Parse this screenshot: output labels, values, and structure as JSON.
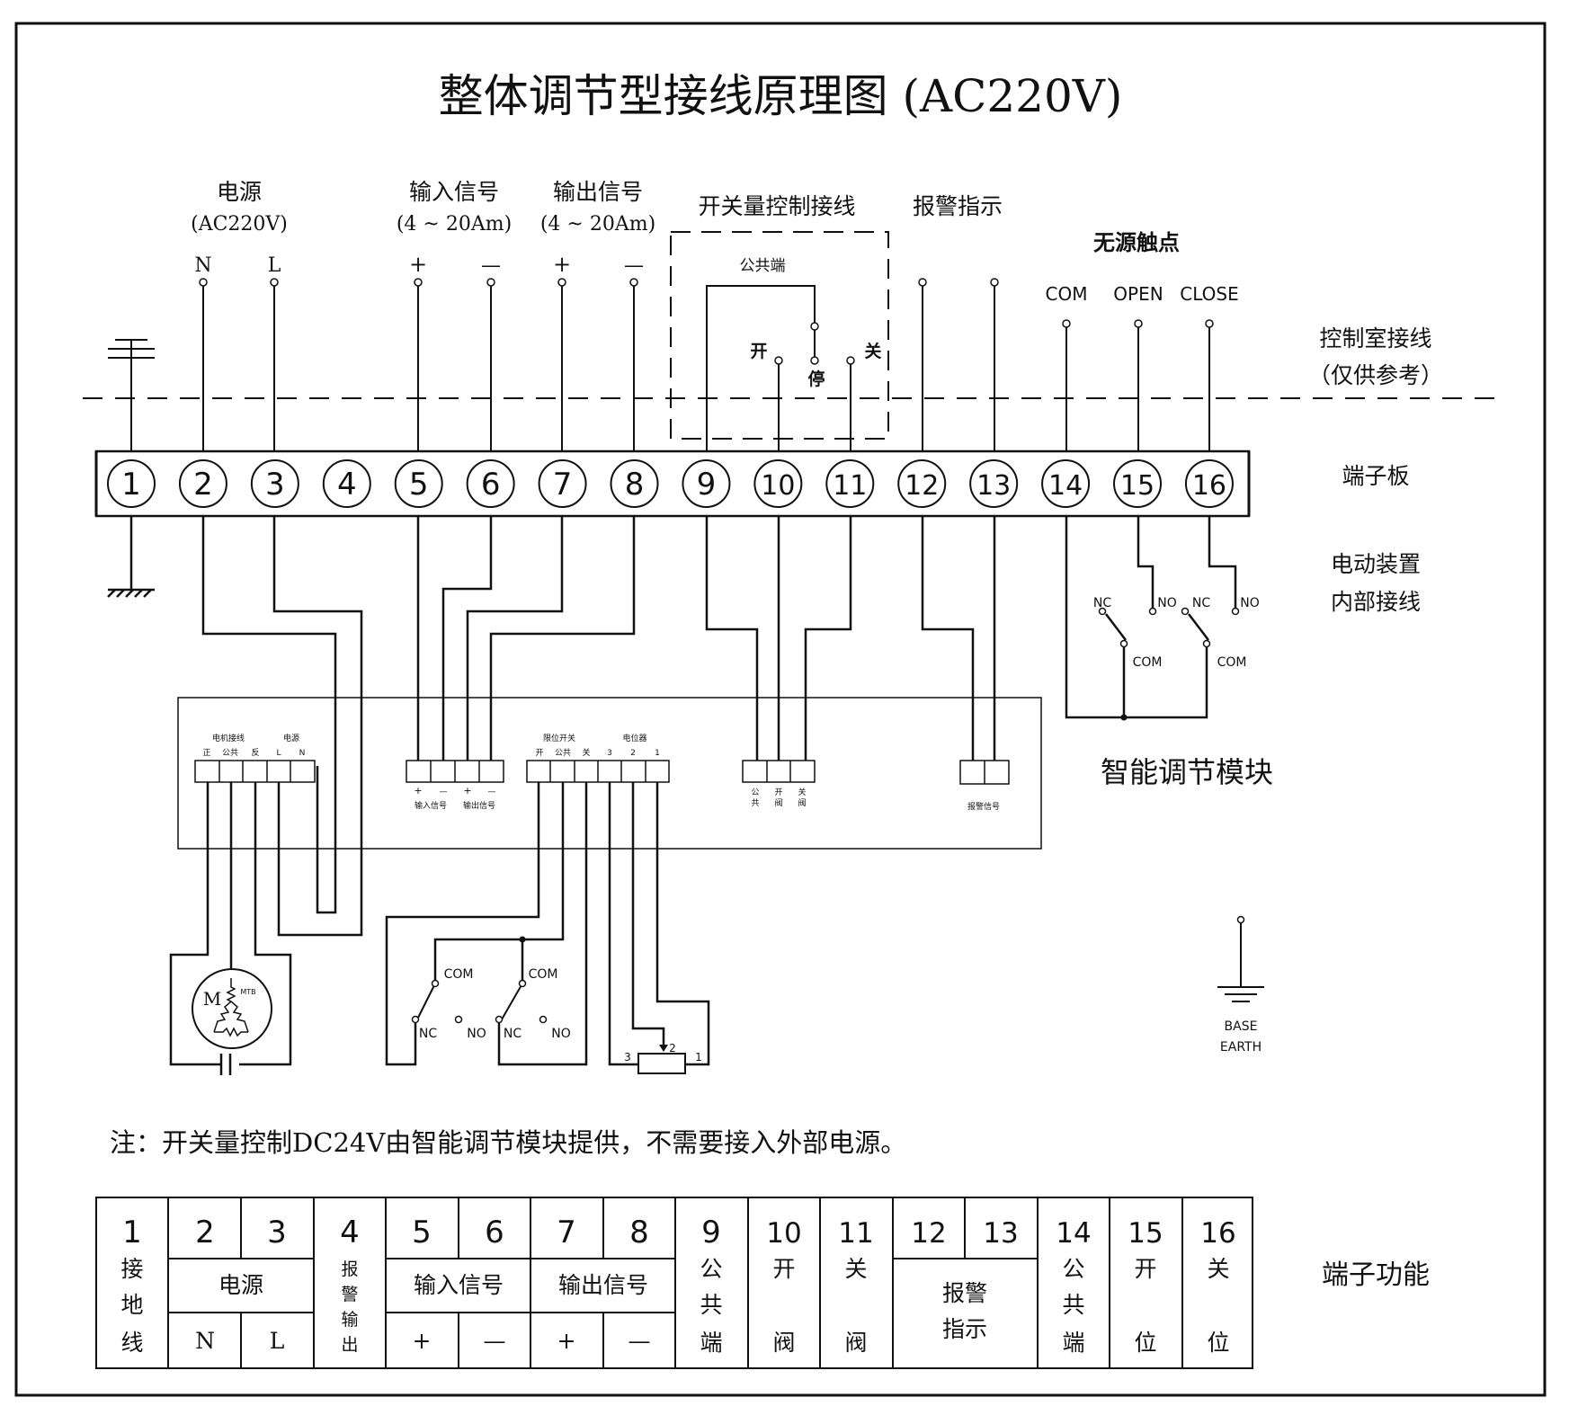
{
  "title": "整体调节型接线原理图 (AC220V)",
  "top_labels": {
    "power": "电源",
    "power_spec": "(AC220V)",
    "N": "N",
    "L": "L",
    "input_signal": "输入信号",
    "input_spec": "(4 ~ 20Am)",
    "output_signal": "输出信号",
    "output_spec": "(4 ~ 20Am)",
    "plus": "+",
    "minus": "—",
    "switch_control": "开关量控制接线",
    "common_end": "公共端",
    "open": "开",
    "stop": "停",
    "close": "关",
    "alarm": "报警指示",
    "dry_contact": "无源触点",
    "com": "COM",
    "open_en": "OPEN",
    "close_en": "CLOSE"
  },
  "right_labels": {
    "control_room_1": "控制室接线",
    "control_room_2": "（仅供参考）",
    "terminal_board": "端子板",
    "internal_1": "电动装置",
    "internal_2": "内部接线",
    "module": "智能调节模块",
    "terminal_function": "端子功能"
  },
  "terminals": [
    "1",
    "2",
    "3",
    "4",
    "5",
    "6",
    "7",
    "8",
    "9",
    "10",
    "11",
    "12",
    "13",
    "14",
    "15",
    "16"
  ],
  "relay": {
    "nc": "NC",
    "no": "NO",
    "com": "COM"
  },
  "module_blocks": {
    "motor_wiring": "电机接线",
    "power": "电源",
    "forward": "正",
    "common": "公共",
    "reverse": "反",
    "L": "L",
    "N": "N",
    "in_sig": "输入信号",
    "out_sig": "输出信号",
    "limit_switch": "限位开关",
    "potentiometer": "电位器",
    "lim_open": "开",
    "lim_common": "公共",
    "lim_close": "关",
    "p3": "3",
    "p2": "2",
    "p1": "1",
    "sw_common_1": "公",
    "sw_common_2": "共",
    "sw_open_1": "开",
    "sw_open_2": "阀",
    "sw_close_1": "关",
    "sw_close_2": "阀",
    "alarm_signal": "报警信号"
  },
  "motor": {
    "m": "M",
    "mtb": "MTB"
  },
  "pot": {
    "p3": "3",
    "p2": "2",
    "p1": "1"
  },
  "earth": {
    "base": "BASE",
    "earth": "EARTH"
  },
  "note": "注：开关量控制DC24V由智能调节模块提供，不需要接入外部电源。",
  "table": {
    "t1": "1",
    "t2": "2",
    "t3": "3",
    "t4": "4",
    "t5": "5",
    "t6": "6",
    "t7": "7",
    "t8": "8",
    "t9": "9",
    "t10": "10",
    "t11": "11",
    "t12": "12",
    "t13": "13",
    "t14": "14",
    "t15": "15",
    "t16": "16",
    "ground": [
      "接",
      "地",
      "线"
    ],
    "power": "电源",
    "N": "N",
    "L": "L",
    "alarm_out": [
      "报",
      "警",
      "输",
      "出"
    ],
    "input_signal": "输入信号",
    "output_signal": "输出信号",
    "plus": "+",
    "minus": "—",
    "common_end": [
      "公",
      "共",
      "端"
    ],
    "open_valve": [
      "开",
      "阀"
    ],
    "close_valve": [
      "关",
      "阀"
    ],
    "alarm_1": "报警",
    "alarm_2": "指示",
    "open_pos": [
      "开",
      "位"
    ],
    "close_pos": [
      "关",
      "位"
    ]
  }
}
